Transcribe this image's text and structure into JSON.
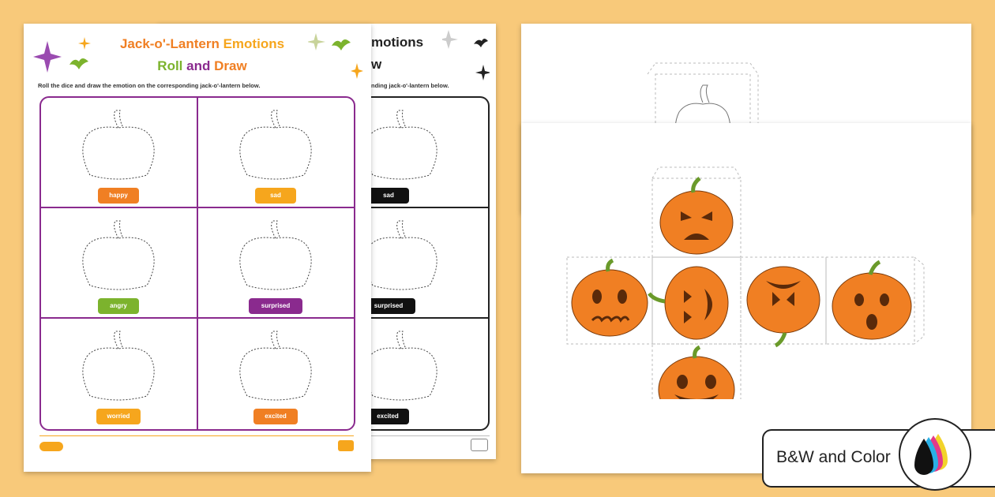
{
  "worksheet": {
    "title_line1_part1": "Jack-o'-Lantern",
    "title_line1_part2": "Emotions",
    "title_line2_part1": "Roll",
    "title_line2_part2": "and",
    "title_line2_part3": "Draw",
    "instructions": "Roll the dice and draw the emotion on the corresponding jack-o'-lantern below.",
    "emotions": [
      {
        "label": "happy",
        "color": "#f07f23"
      },
      {
        "label": "sad",
        "color": "#f6a61d"
      },
      {
        "label": "angry",
        "color": "#7cb32d"
      },
      {
        "label": "surprised",
        "color": "#8a2a8e"
      },
      {
        "label": "worried",
        "color": "#f6a61d"
      },
      {
        "label": "excited",
        "color": "#f07f23"
      }
    ],
    "grid_border_color": "#8a2a8e"
  },
  "bw_worksheet": {
    "title_line1": "motions",
    "title_line2": "w",
    "instructions": "nding jack-o'-lantern below.",
    "labels": [
      "sad",
      "surprised",
      "excited"
    ]
  },
  "badge": {
    "text": "B&W and Color",
    "icon": "ink-drops-icon"
  },
  "colors": {
    "background": "#f8c97a",
    "pumpkin": "#f07f23",
    "stem": "#6a9a2a"
  }
}
